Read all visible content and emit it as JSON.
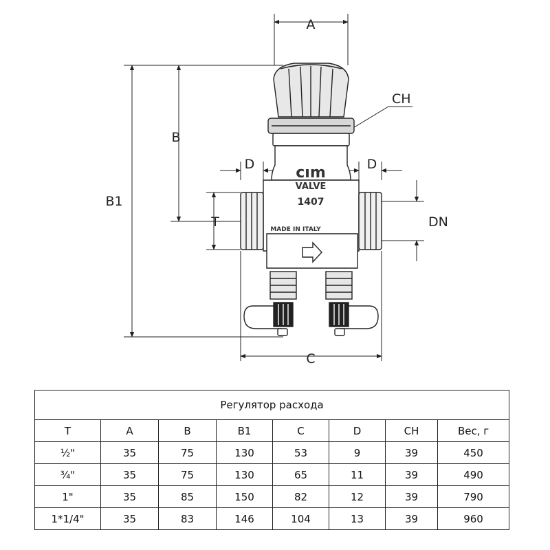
{
  "dimensions": {
    "a": "A",
    "b": "B",
    "b1": "B1",
    "c": "C",
    "d_left": "D",
    "d_right": "D",
    "t": "T",
    "dn": "DN",
    "ch": "CH"
  },
  "valve_markings": {
    "brand": "cım",
    "line1": "VALVE",
    "model": "1407",
    "origin": "MADE IN ITALY"
  },
  "table": {
    "title": "Регулятор расхода",
    "headers": [
      "T",
      "A",
      "B",
      "B1",
      "C",
      "D",
      "CH",
      "Вес, г"
    ],
    "rows": [
      [
        "½\"",
        "35",
        "75",
        "130",
        "53",
        "9",
        "39",
        "450"
      ],
      [
        "¾\"",
        "35",
        "75",
        "130",
        "65",
        "11",
        "39",
        "490"
      ],
      [
        "1\"",
        "35",
        "85",
        "150",
        "82",
        "12",
        "39",
        "790"
      ],
      [
        "1*1/4\"",
        "35",
        "83",
        "146",
        "104",
        "13",
        "39",
        "960"
      ]
    ]
  }
}
